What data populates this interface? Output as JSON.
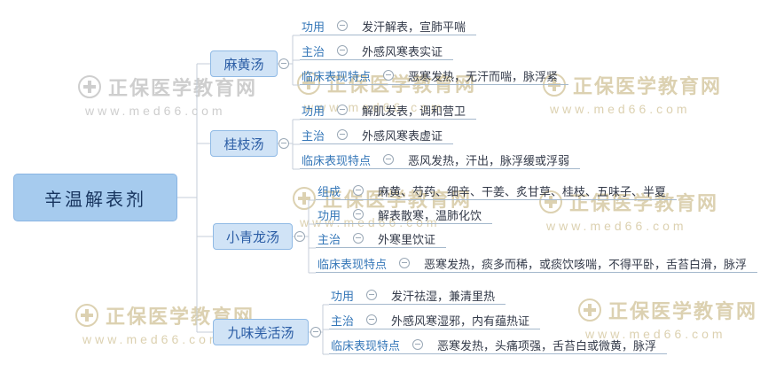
{
  "root": {
    "label": "辛温解表剂"
  },
  "branches": [
    {
      "label": "麻黄汤",
      "items": [
        {
          "label": "功用",
          "content": "发汗解表，宣肺平喘"
        },
        {
          "label": "主治",
          "content": "外感风寒表实证"
        },
        {
          "label": "临床表现特点",
          "content": "恶寒发热，无汗而喘，脉浮紧"
        }
      ]
    },
    {
      "label": "桂枝汤",
      "items": [
        {
          "label": "功用",
          "content": "解肌发表，调和营卫"
        },
        {
          "label": "主治",
          "content": "外感风寒表虚证"
        },
        {
          "label": "临床表现特点",
          "content": "恶风发热，汗出，脉浮缓或浮弱"
        }
      ]
    },
    {
      "label": "小青龙汤",
      "items": [
        {
          "label": "组成",
          "content": "麻黄、芍药、细辛、干姜、炙甘草、桂枝、五味子、半夏"
        },
        {
          "label": "功用",
          "content": "解表散寒，温肺化饮"
        },
        {
          "label": "主治",
          "content": "外寒里饮证"
        },
        {
          "label": "临床表现特点",
          "content": "恶寒发热，痰多而稀，或痰饮咳喘，不得平卧，舌苔白滑，脉浮"
        }
      ]
    },
    {
      "label": "九味羌活汤",
      "items": [
        {
          "label": "功用",
          "content": "发汗祛湿，兼清里热"
        },
        {
          "label": "主治",
          "content": "外感风寒湿邪，内有蕴热证"
        },
        {
          "label": "临床表现特点",
          "content": "恶寒发热，头痛项强，舌苔白或微黄，脉浮"
        }
      ]
    }
  ],
  "watermark": {
    "title": "正保医学教育网",
    "url": "www.med66.com"
  },
  "icons": {
    "collapse": "circle-minus",
    "watermark_logo": "medical-cross-in-circle"
  },
  "colors": {
    "root_fill": "#a6cbee",
    "branch_fill": "#d0e3f6",
    "branch_border": "#90bae5",
    "label_text": "#3577b8",
    "content_text": "#333a49",
    "connector_line": "#c5ced8",
    "underline": "#a4b8cc",
    "watermark_tan": "#d9cda9",
    "watermark_gray": "#c9c9c9"
  }
}
